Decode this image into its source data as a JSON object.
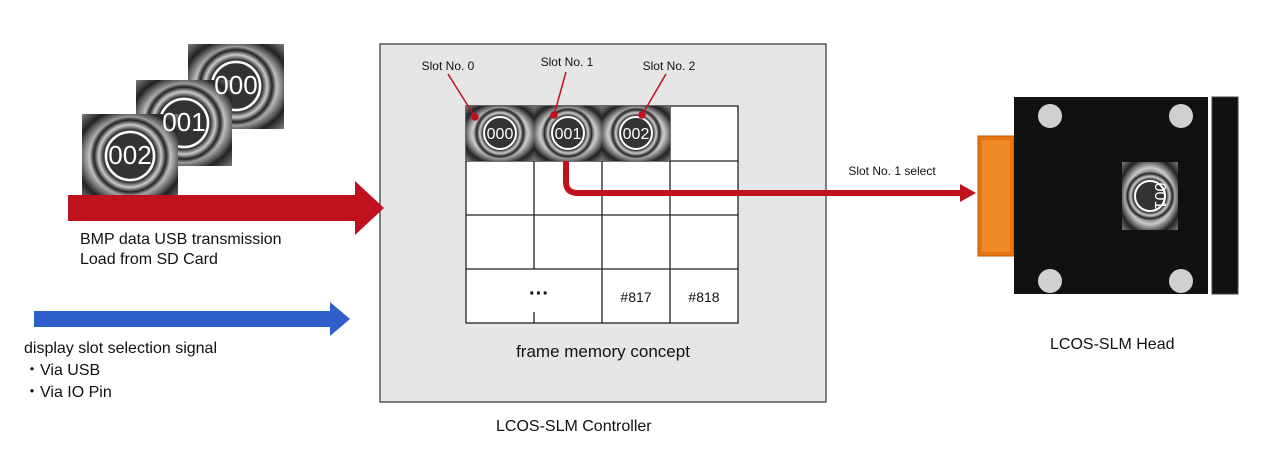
{
  "input": {
    "bmp_images": [
      "000",
      "001",
      "002"
    ],
    "transfer_label_1": "BMP data USB transmission",
    "transfer_label_2": "Load from SD Card",
    "signal_label": "display slot selection signal",
    "signal_via_usb": "・Via USB",
    "signal_via_io": "・Via IO Pin"
  },
  "controller": {
    "label": "LCOS-SLM Controller",
    "memory_caption": "frame memory concept",
    "slot_labels": [
      "Slot No. 0",
      "Slot No. 1",
      "Slot No. 2"
    ],
    "slot_images": [
      "000",
      "001",
      "002"
    ],
    "ellipsis": "···",
    "slot_817": "#817",
    "slot_818": "#818"
  },
  "output": {
    "select_label": "Slot No. 1 select",
    "head_label": "LCOS-SLM Head",
    "head_image": "001"
  },
  "colors": {
    "red_arrow": "#c0111f",
    "blue_arrow": "#2f5fc8",
    "controller_bg": "#e6e6e6",
    "head_body": "#111111",
    "connector": "#e8740c"
  }
}
